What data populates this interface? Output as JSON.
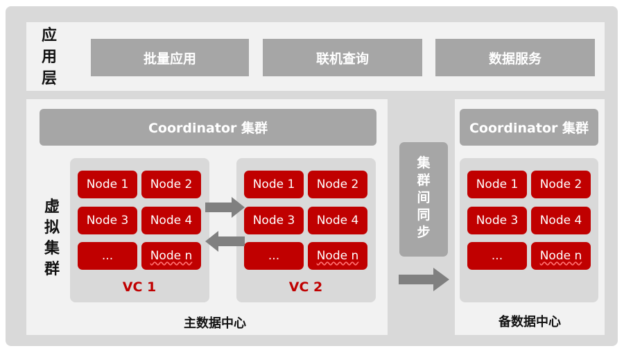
{
  "app_layer": {
    "label_chars": [
      "应",
      "用",
      "层"
    ],
    "boxes": [
      "批量应用",
      "联机查询",
      "数据服务"
    ]
  },
  "primary_dc": {
    "coordinator": "Coordinator 集群",
    "side_label_chars": [
      "虚",
      "拟",
      "集",
      "群"
    ],
    "vc1": {
      "nodes": [
        "Node 1",
        "Node 2",
        "Node 3",
        "Node 4",
        "...",
        "Node n"
      ],
      "label": "VC 1"
    },
    "vc2": {
      "nodes": [
        "Node 1",
        "Node 2",
        "Node 3",
        "Node 4",
        "...",
        "Node n"
      ],
      "label": "VC 2"
    },
    "label": "主数据中心"
  },
  "sync": {
    "chars": [
      "集",
      "群",
      "间",
      "同",
      "步"
    ]
  },
  "backup_dc": {
    "coordinator": "Coordinator 集群",
    "nodes": [
      "Node 1",
      "Node 2",
      "Node 3",
      "Node 4",
      "...",
      "Node n"
    ],
    "label": "备数据中心"
  },
  "colors": {
    "node_red": "#c00000",
    "gray_box": "#a6a6a6",
    "panel": "#f2f2f2",
    "frame": "#d9d9d9",
    "arrow": "#808080"
  }
}
